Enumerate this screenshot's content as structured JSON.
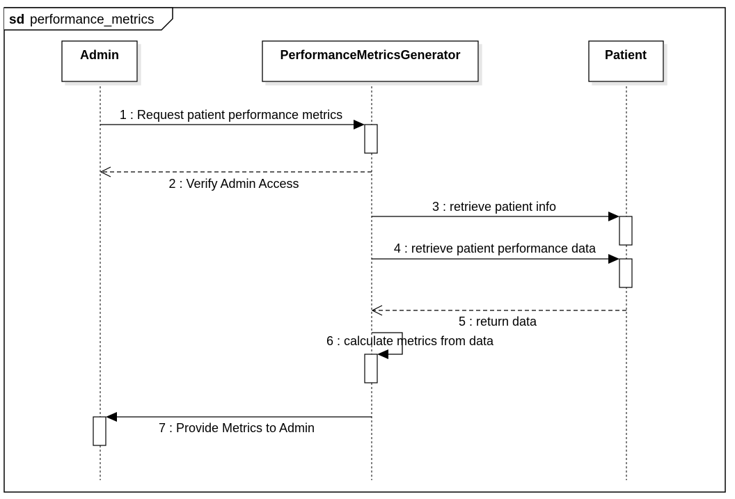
{
  "frame": {
    "keyword": "sd",
    "name": "performance_metrics"
  },
  "participants": [
    {
      "id": "admin",
      "label": "Admin"
    },
    {
      "id": "generator",
      "label": "PerformanceMetricsGenerator"
    },
    {
      "id": "patient",
      "label": "Patient"
    }
  ],
  "messages": [
    {
      "from": "admin",
      "to": "generator",
      "kind": "sync",
      "label": "1 : Request patient performance metrics"
    },
    {
      "from": "generator",
      "to": "admin",
      "kind": "return",
      "label": "2 : Verify Admin Access"
    },
    {
      "from": "generator",
      "to": "patient",
      "kind": "sync",
      "label": "3 : retrieve patient info"
    },
    {
      "from": "generator",
      "to": "patient",
      "kind": "sync",
      "label": "4 : retrieve patient performance data"
    },
    {
      "from": "patient",
      "to": "generator",
      "kind": "return",
      "label": "5 : return data"
    },
    {
      "from": "generator",
      "to": "generator",
      "kind": "self",
      "label": "6 : calculate metrics from data"
    },
    {
      "from": "generator",
      "to": "admin",
      "kind": "sync",
      "label": "7 : Provide Metrics to Admin"
    }
  ]
}
